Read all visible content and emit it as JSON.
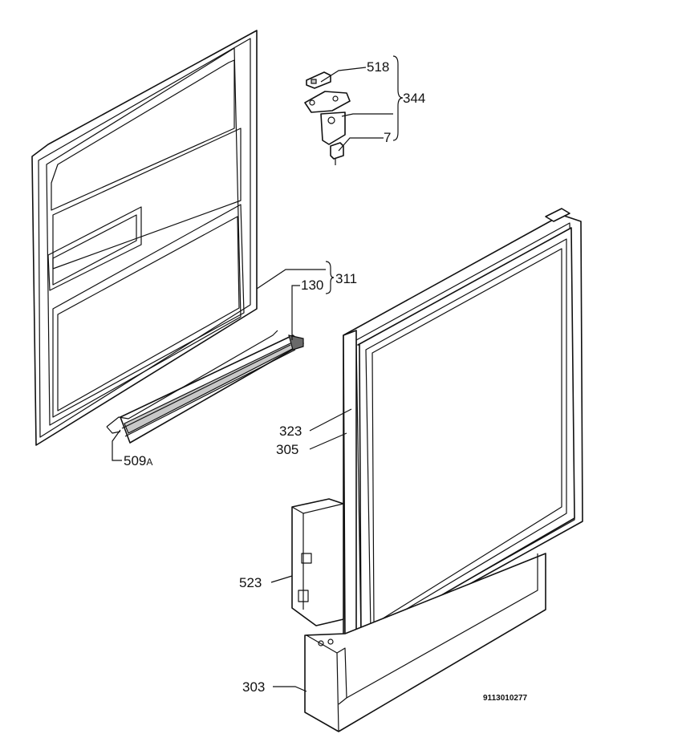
{
  "callouts": {
    "c518": "518",
    "c344": "344",
    "c7": "7",
    "c311": "311",
    "c130": "130",
    "c323": "323",
    "c305": "305",
    "c509": "509",
    "c509_suffix": "A",
    "c523": "523",
    "c303": "303"
  },
  "reference_code": "9113010277"
}
